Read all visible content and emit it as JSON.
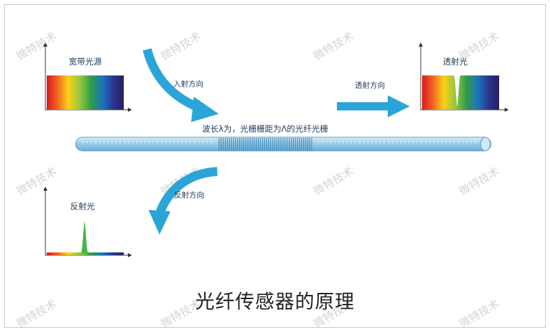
{
  "labels": {
    "broadband_source": "宽带光源",
    "transmitted_light": "透射光",
    "reflected_light": "反射光",
    "incident_direction": "入射方向",
    "transmission_direction": "透射方向",
    "reflection_direction": "反射方向",
    "grating_note": "波长λ为，光栅栅距为Λ的光纤光栅",
    "caption": "光纤传感器的原理"
  },
  "watermark": "微特技术",
  "colors": {
    "arrow": "#2ba5d8",
    "fiber": "#9ccde9",
    "fiber_edge": "#5b9cc7",
    "reflect_peak": "#43b649"
  }
}
